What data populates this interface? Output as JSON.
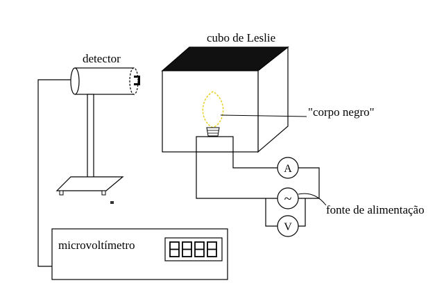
{
  "labels": {
    "cube": "cubo de Leslie",
    "detector": "detector",
    "black_body": "\"corpo negro\"",
    "power_supply": "fonte de alimentação",
    "microvoltmeter": "microvoltímetro"
  },
  "meters": {
    "ammeter": "A",
    "voltmeter": "V",
    "ac_source": "~"
  },
  "colors": {
    "line": "#000000",
    "cube_top": "#111111",
    "bulb_outline": "#e6d020",
    "background": "#ffffff"
  }
}
